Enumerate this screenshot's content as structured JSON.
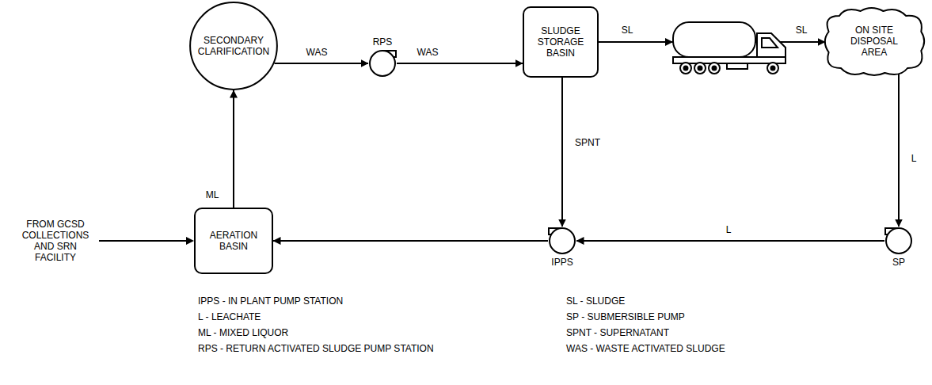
{
  "diagram": {
    "nodes": [
      {
        "text": [
          "SECONDARY CLARIFICATION"
        ]
      },
      {
        "text": [
          "RPS"
        ]
      },
      {
        "text": [
          "SLUDGE STORAGE BASIN"
        ]
      },
      {
        "text": [
          "ON SITE DISPOSAL AREA"
        ]
      },
      {
        "text": [
          "AERATION BASIN"
        ]
      },
      {
        "text": [
          "IPPS"
        ]
      },
      {
        "text": [
          "SP"
        ]
      }
    ],
    "edges": [
      {
        "from": 4,
        "to": 0,
        "arrow": "to",
        "label": "ML"
      },
      {
        "from": 0,
        "to": 1,
        "arrow": "to",
        "label": "WAS"
      },
      {
        "from": 1,
        "to": 2,
        "arrow": "to",
        "label": "WAS"
      },
      {
        "from": 2,
        "to": 3,
        "arrow": "to",
        "label": "SL"
      },
      {
        "from": 3,
        "to": 6,
        "arrow": "to",
        "label": "L"
      },
      {
        "from": 6,
        "to": 5,
        "arrow": "to",
        "label": "L"
      },
      {
        "from": 2,
        "to": 5,
        "arrow": "to",
        "label": "SPNT"
      },
      {
        "from": 5,
        "to": 4,
        "arrow": "to"
      }
    ],
    "labels": [
      "SL",
      "FROM GCSD COLLECTIONS AND SRN FACILITY",
      "IPPS - IN PLANT PUMP STATION",
      "L - LEACHATE",
      "ML - MIXED LIQUOR",
      "RPS - RETURN ACTIVATED SLUDGE PUMP STATION",
      "SL - SLUDGE",
      "SP - SUBMERSIBLE PUMP",
      "SPNT - SUPERNATANT",
      "WAS - WASTE ACTIVATED SLUDGE"
    ]
  }
}
